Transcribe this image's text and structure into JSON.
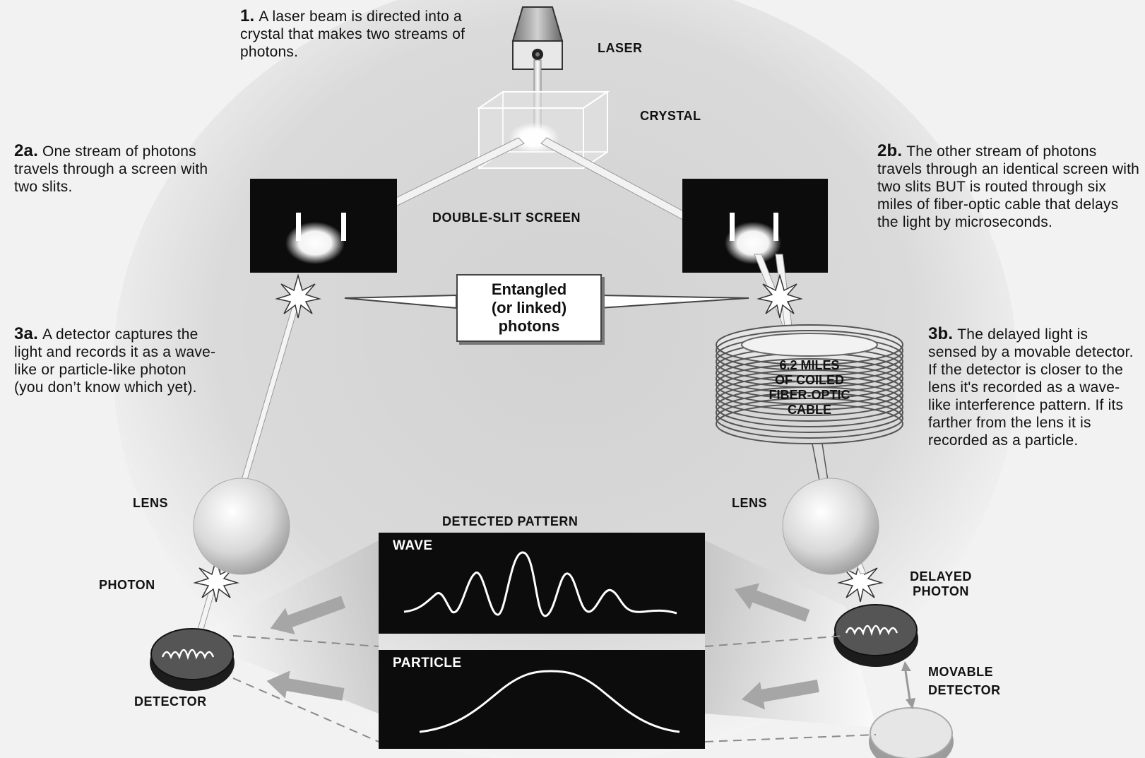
{
  "steps": {
    "s1": {
      "num": "1.",
      "text": "A laser beam is directed into a crystal that makes two streams of photons."
    },
    "s2a": {
      "num": "2a.",
      "text": "One stream of photons travels through a screen with two slits."
    },
    "s2b": {
      "num": "2b.",
      "text": "The other stream of photons travels through an identical screen with two slits BUT is routed through six miles of fiber-optic cable that delays the light by microseconds."
    },
    "s3a": {
      "num": "3a.",
      "text": "A detector captures the light and records it as a wave-like or particle-like photon (you don’t know which yet)."
    },
    "s3b": {
      "num": "3b.",
      "text": "The delayed light is sensed by a movable detector. If the detector is closer to the lens it's recorded as a wave-like interference pattern. If its farther from the lens it is recorded as a particle."
    }
  },
  "labels": {
    "laser": "LASER",
    "crystal": "CRYSTAL",
    "double_slit": "DOUBLE-SLIT SCREEN",
    "lens_left": "LENS",
    "lens_right": "LENS",
    "photon": "PHOTON",
    "detector": "DETECTOR",
    "delayed_photon_1": "DELAYED",
    "delayed_photon_2": "PHOTON",
    "movable_1": "MOVABLE",
    "movable_2": "DETECTOR",
    "detected_pattern": "DETECTED PATTERN",
    "wave": "WAVE",
    "particle": "PARTICLE"
  },
  "callout": {
    "line1": "Entangled",
    "line2": "(or linked)",
    "line3": "photons"
  },
  "cable": {
    "line1": "6.2 MILES",
    "line2": "OF COILED",
    "line3": "FIBER-OPTIC",
    "line4": "CABLE"
  }
}
